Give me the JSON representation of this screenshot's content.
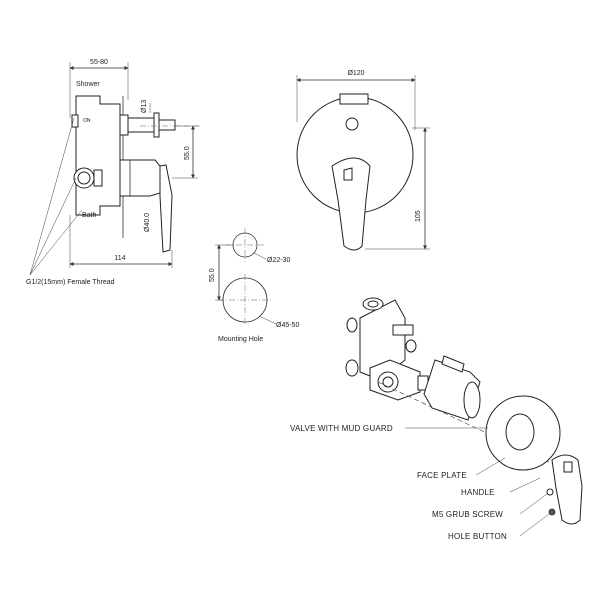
{
  "side_view": {
    "dim_width": "55-80",
    "dim_length": "114",
    "dim_offset": "55.0",
    "dim_stem": "Ø13",
    "dim_body": "Ø40.0",
    "label_shower": "Shower",
    "label_bath": "Bath",
    "label_thread": "G1/2(15mm) Female Thread"
  },
  "front_view": {
    "dim_diameter": "Ø120",
    "dim_height": "105"
  },
  "mounting": {
    "dim_small": "Ø22-30",
    "dim_large": "Ø45-50",
    "dim_spacing": "55.0",
    "label": "Mounting Hole"
  },
  "exploded": {
    "valve": "VALVE WITH MUD GUARD",
    "face_plate": "FACE PLATE",
    "handle": "HANDLE",
    "grub_screw": "M5 GRUB SCREW",
    "hole_button": "HOLE BUTTON"
  }
}
